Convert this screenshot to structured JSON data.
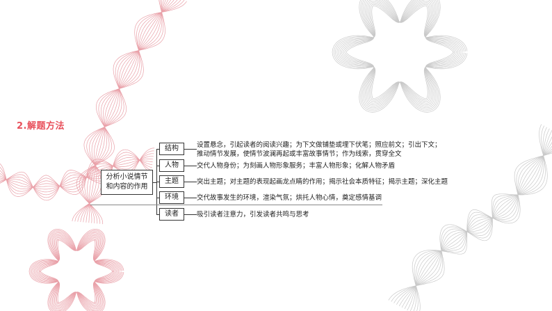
{
  "section_title": "2.解题方法",
  "root": {
    "line1": "分析小说情节",
    "line2": "和内容的作用"
  },
  "branches": [
    {
      "label": "结构",
      "desc1": "设置悬念，引起读者的阅读兴趣；为下文做铺垫或埋下伏笔；照应前文；引出下文；",
      "desc2": "推动情节发展，使情节波澜再起或丰富故事情节；作为线索，贯穿全文"
    },
    {
      "label": "人物",
      "desc1": "交代人物身份；为刻画人物形象服务；丰富人物形象；化解人物矛盾"
    },
    {
      "label": "主题",
      "desc1": "突出主题；对主题的表现起画龙点睛的作用；揭示社会本质特征；揭示主题；深化主题"
    },
    {
      "label": "环境",
      "desc1": "交代故事发生的环境，渲染气氛；烘托人物心情，奠定感情基调"
    },
    {
      "label": "读者",
      "desc1": "吸引读者注意力，引发读者共鸣与思考"
    }
  ],
  "colors": {
    "title_accent": "#e8505b",
    "ribbon_red": "#e9a0a8",
    "ribbon_gray": "#c9c9c9"
  }
}
